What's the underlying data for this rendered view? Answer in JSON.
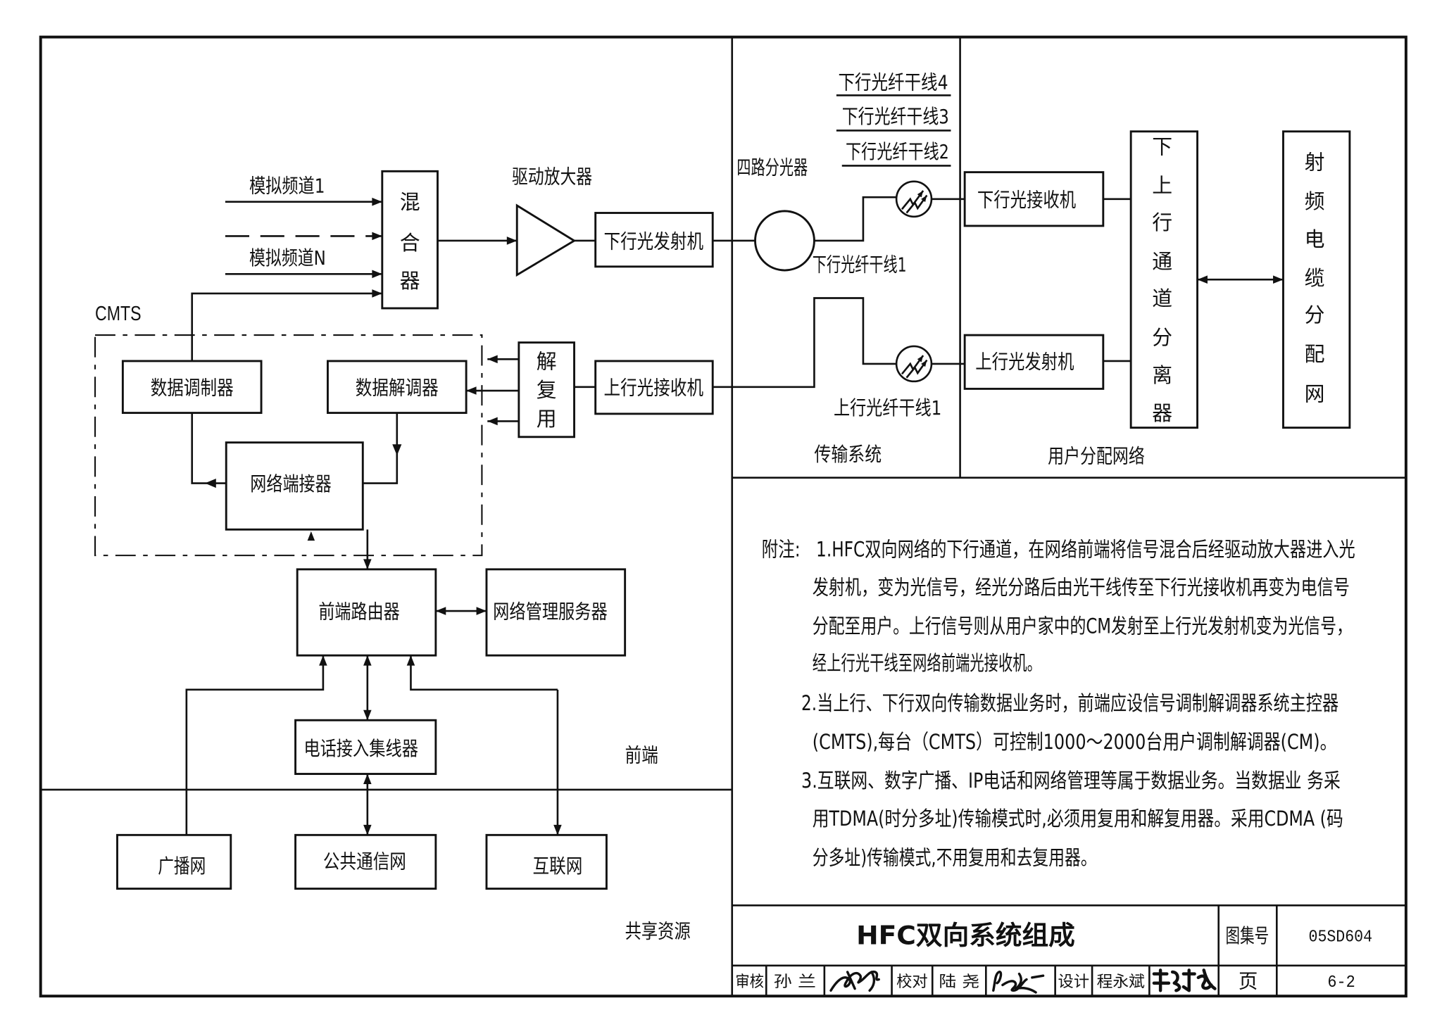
{
  "headend": {
    "analog_channel_1": "模拟频道1",
    "analog_channel_n": "模拟频道N",
    "mixer": [
      "混",
      "合",
      "器"
    ],
    "driver_amp": "驱动放大器",
    "down_tx": "下行光发射机",
    "cmts": "CMTS",
    "demux": [
      "解",
      "复",
      "用"
    ],
    "up_rx": "上行光接收机",
    "data_modulator": "数据调制器",
    "data_demodulator": "数据解调器",
    "network_terminator": "网络端接器",
    "headend_router": "前端路由器",
    "nms_server": "网络管理服务器",
    "phone_hub": "电话接入集线器",
    "section_label": "前端"
  },
  "shared": {
    "broadcast_net": "广播网",
    "public_telecom": "公共通信网",
    "internet": "互联网",
    "section_label": "共享资源"
  },
  "transport": {
    "splitter": "四路分光器",
    "down_trunk_4": "下行光纤干线4",
    "down_trunk_3": "下行光纤干线3",
    "down_trunk_2": "下行光纤干线2",
    "down_trunk_1": "下行光纤干线1",
    "up_trunk_1": "上行光纤干线1",
    "section_label": "传输系统"
  },
  "user_network": {
    "down_rx": "下行光接收机",
    "up_tx": "上行光发射机",
    "separator": [
      "下",
      "上",
      "行",
      "通",
      "道",
      "分",
      "离",
      "器"
    ],
    "rf_network": [
      "射",
      "频",
      "电",
      "缆",
      "分",
      "配",
      "网"
    ],
    "section_label": "用户分配网络"
  },
  "notes": {
    "label": "附注:",
    "lines": [
      "1.HFC双向网络的下行通道，在网络前端将信号混合后经驱动放大器进入光",
      "发射机，变为光信号，经光分路后由光干线传至下行光接收机再变为电信号",
      "分配至用户。上行信号则从用户家中的CM发射至上行光发射机变为光信号，",
      "经上行光干线至网络前端光接收机。",
      "2.当上行、下行双向传输数据业务时，前端应设信号调制解调器系统主控器",
      "(CMTS),每台（CMTS）可控制1000～2000台用户调制解调器(CM)。",
      "3.互联网、数字广播、IP电话和网络管理等属于数据业务。当数据业 务采",
      "用TDMA(时分多址)传输模式时,必须用复用和解复用器。采用CDMA (码",
      "分多址)传输模式,不用复用和去复用器。"
    ]
  },
  "title_block": {
    "title": "HFC双向系统组成",
    "atlas_no_label": "图集号",
    "atlas_no": "05SD604",
    "page_label": "页",
    "page_no": "6-2",
    "review_label": "审核",
    "reviewer": "孙 兰",
    "check_label": "校对",
    "checker": "陆 尧",
    "design_label": "设计",
    "designer": "程永斌",
    "signatures": {
      "reviewer": "孙兰",
      "checker": "陆尧",
      "designer": "程永斌"
    }
  }
}
